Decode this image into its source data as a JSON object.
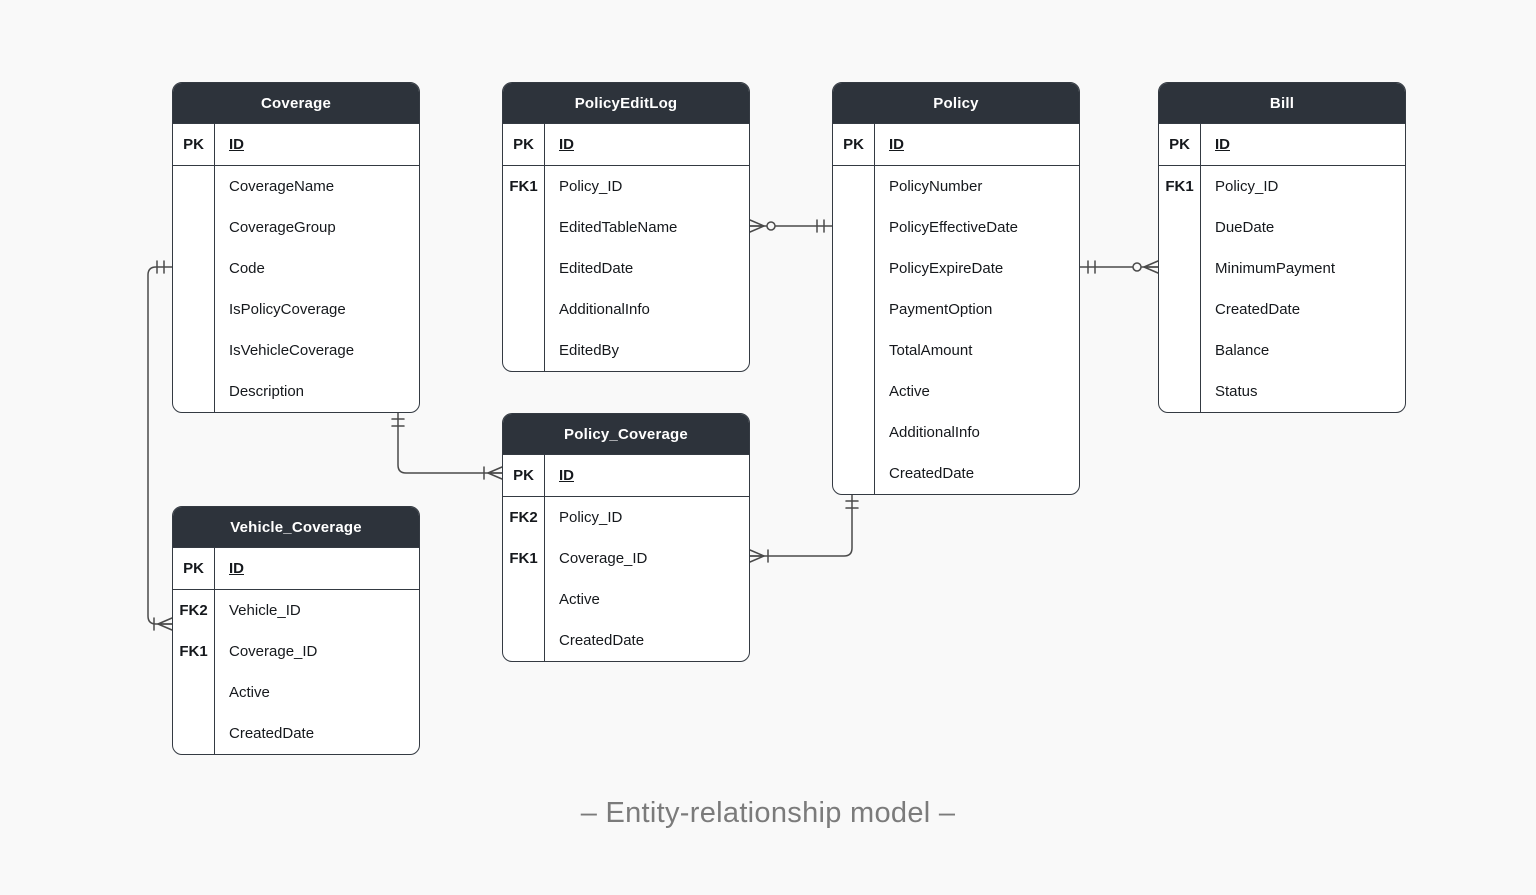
{
  "caption": "– Entity-relationship model –",
  "colors": {
    "background": "#f9f9f9",
    "header_bg": "#2d333b",
    "header_text": "#ffffff",
    "table_border": "#343a42",
    "line": "#4a4a4a",
    "caption_text": "#7b7b7b"
  },
  "tables": [
    {
      "id": "Coverage",
      "title": "Coverage",
      "rows": [
        {
          "key": "PK",
          "field": "ID"
        },
        {
          "key": "",
          "field": "CoverageName"
        },
        {
          "key": "",
          "field": "CoverageGroup"
        },
        {
          "key": "",
          "field": "Code"
        },
        {
          "key": "",
          "field": "IsPolicyCoverage"
        },
        {
          "key": "",
          "field": "IsVehicleCoverage"
        },
        {
          "key": "",
          "field": "Description"
        }
      ]
    },
    {
      "id": "PolicyEditLog",
      "title": "PolicyEditLog",
      "rows": [
        {
          "key": "PK",
          "field": "ID"
        },
        {
          "key": "FK1",
          "field": "Policy_ID"
        },
        {
          "key": "",
          "field": "EditedTableName"
        },
        {
          "key": "",
          "field": "EditedDate"
        },
        {
          "key": "",
          "field": "AdditionalInfo"
        },
        {
          "key": "",
          "field": "EditedBy"
        }
      ]
    },
    {
      "id": "Policy",
      "title": "Policy",
      "rows": [
        {
          "key": "PK",
          "field": "ID"
        },
        {
          "key": "",
          "field": "PolicyNumber"
        },
        {
          "key": "",
          "field": "PolicyEffectiveDate"
        },
        {
          "key": "",
          "field": "PolicyExpireDate"
        },
        {
          "key": "",
          "field": "PaymentOption"
        },
        {
          "key": "",
          "field": "TotalAmount"
        },
        {
          "key": "",
          "field": "Active"
        },
        {
          "key": "",
          "field": "AdditionalInfo"
        },
        {
          "key": "",
          "field": "CreatedDate"
        }
      ]
    },
    {
      "id": "Bill",
      "title": "Bill",
      "rows": [
        {
          "key": "PK",
          "field": "ID"
        },
        {
          "key": "FK1",
          "field": "Policy_ID"
        },
        {
          "key": "",
          "field": "DueDate"
        },
        {
          "key": "",
          "field": "MinimumPayment"
        },
        {
          "key": "",
          "field": "CreatedDate"
        },
        {
          "key": "",
          "field": "Balance"
        },
        {
          "key": "",
          "field": "Status"
        }
      ]
    },
    {
      "id": "Policy_Coverage",
      "title": "Policy_Coverage",
      "rows": [
        {
          "key": "PK",
          "field": "ID"
        },
        {
          "key": "FK2",
          "field": "Policy_ID"
        },
        {
          "key": "FK1",
          "field": "Coverage_ID"
        },
        {
          "key": "",
          "field": "Active"
        },
        {
          "key": "",
          "field": "CreatedDate"
        }
      ]
    },
    {
      "id": "Vehicle_Coverage",
      "title": "Vehicle_Coverage",
      "rows": [
        {
          "key": "PK",
          "field": "ID"
        },
        {
          "key": "FK2",
          "field": "Vehicle_ID"
        },
        {
          "key": "FK1",
          "field": "Coverage_ID"
        },
        {
          "key": "",
          "field": "Active"
        },
        {
          "key": "",
          "field": "CreatedDate"
        }
      ]
    }
  ],
  "relationships": [
    {
      "from": "PolicyEditLog",
      "to": "Policy",
      "from_cardinality": "zero-or-many",
      "to_cardinality": "one-and-only-one"
    },
    {
      "from": "Policy",
      "to": "Bill",
      "from_cardinality": "one-and-only-one",
      "to_cardinality": "zero-or-many"
    },
    {
      "from": "Coverage",
      "to": "Vehicle_Coverage",
      "from_cardinality": "one-and-only-one",
      "to_cardinality": "one-or-many"
    },
    {
      "from": "Coverage",
      "to": "Policy_Coverage",
      "from_cardinality": "one-and-only-one",
      "to_cardinality": "one-or-many"
    },
    {
      "from": "Policy",
      "to": "Policy_Coverage",
      "from_cardinality": "one-and-only-one",
      "to_cardinality": "one-or-many"
    }
  ]
}
